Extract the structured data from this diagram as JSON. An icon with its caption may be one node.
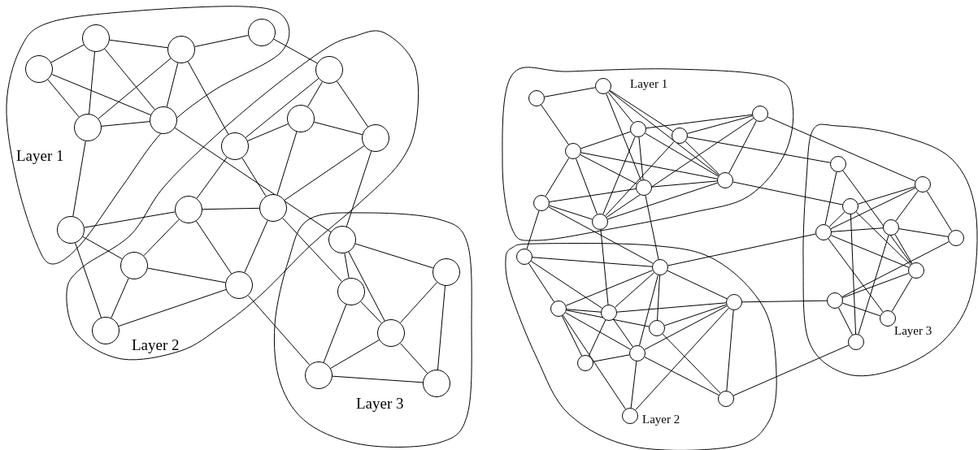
{
  "diagram": {
    "nodes": [
      {
        "text": [
          "Layer 1"
        ]
      },
      {
        "text": [
          "Layer 2"
        ]
      },
      {
        "text": [
          "Layer 3"
        ]
      },
      {
        "text": [],
        "shape": "circle",
        "in": 0
      },
      {
        "text": [],
        "shape": "circle",
        "in": 0
      },
      {
        "text": [],
        "shape": "circle",
        "in": 0
      },
      {
        "text": [],
        "shape": "circle",
        "in": 0
      },
      {
        "text": [],
        "shape": "circle",
        "in": 0
      },
      {
        "text": [],
        "shape": "circle",
        "in": 0
      },
      {
        "text": [],
        "shape": "circle",
        "in": 1
      },
      {
        "text": [],
        "shape": "circle",
        "in": 1
      },
      {
        "text": [],
        "shape": "circle",
        "in": 1
      },
      {
        "text": [],
        "shape": "circle",
        "in": 1
      },
      {
        "text": [],
        "shape": "circle",
        "in": 1
      },
      {
        "text": [],
        "shape": "circle",
        "in": 1
      },
      {
        "text": [],
        "shape": "circle",
        "in": 0
      },
      {
        "text": [],
        "shape": "circle",
        "in": 1
      },
      {
        "text": [],
        "shape": "circle",
        "in": 1
      },
      {
        "text": [],
        "shape": "circle",
        "in": 1
      },
      {
        "text": [],
        "shape": "circle",
        "in": 2
      },
      {
        "text": [],
        "shape": "circle",
        "in": 2
      },
      {
        "text": [],
        "shape": "circle",
        "in": 2
      },
      {
        "text": [],
        "shape": "circle",
        "in": 2
      },
      {
        "text": [],
        "shape": "circle",
        "in": 2
      },
      {
        "text": [],
        "shape": "circle",
        "in": 2
      },
      {
        "text": [
          "Layer 1"
        ]
      },
      {
        "text": [
          "Layer 2"
        ]
      },
      {
        "text": [
          "Layer 3"
        ]
      },
      {
        "text": [],
        "shape": "circle",
        "in": 25
      },
      {
        "text": [],
        "shape": "circle",
        "in": 25
      },
      {
        "text": [],
        "shape": "circle",
        "in": 25
      },
      {
        "text": [],
        "shape": "circle",
        "in": 25
      },
      {
        "text": [],
        "shape": "circle",
        "in": 25
      },
      {
        "text": [],
        "shape": "circle",
        "in": 25
      },
      {
        "text": [],
        "shape": "circle",
        "in": 25
      },
      {
        "text": [],
        "shape": "circle",
        "in": 25
      },
      {
        "text": [],
        "shape": "circle",
        "in": 25
      },
      {
        "text": [],
        "shape": "circle",
        "in": 25
      },
      {
        "text": [],
        "shape": "circle",
        "in": 26
      },
      {
        "text": [],
        "shape": "circle",
        "in": 26
      },
      {
        "text": [],
        "shape": "circle",
        "in": 26
      },
      {
        "text": [],
        "shape": "circle",
        "in": 26
      },
      {
        "text": [],
        "shape": "circle",
        "in": 26
      },
      {
        "text": [],
        "shape": "circle",
        "in": 26
      },
      {
        "text": [],
        "shape": "circle",
        "in": 26
      },
      {
        "text": [],
        "shape": "circle",
        "in": 26
      },
      {
        "text": [],
        "shape": "circle",
        "in": 26
      },
      {
        "text": [],
        "shape": "circle",
        "in": 26
      },
      {
        "text": [],
        "shape": "circle",
        "in": 27
      },
      {
        "text": [],
        "shape": "circle",
        "in": 27
      },
      {
        "text": [],
        "shape": "circle",
        "in": 27
      },
      {
        "text": [],
        "shape": "circle",
        "in": 27
      },
      {
        "text": [],
        "shape": "circle",
        "in": 27
      },
      {
        "text": [],
        "shape": "circle",
        "in": 27
      },
      {
        "text": [],
        "shape": "circle",
        "in": 27
      },
      {
        "text": [],
        "shape": "circle",
        "in": 27
      },
      {
        "text": [],
        "shape": "circle",
        "in": 27
      },
      {
        "text": [],
        "shape": "circle",
        "in": 27
      }
    ],
    "edges": [
      {
        "from": 3,
        "to": 4,
        "arrow": "none"
      },
      {
        "from": 3,
        "to": 7,
        "arrow": "none"
      },
      {
        "from": 3,
        "to": 8,
        "arrow": "none"
      },
      {
        "from": 4,
        "to": 5,
        "arrow": "none"
      },
      {
        "from": 4,
        "to": 7,
        "arrow": "none"
      },
      {
        "from": 4,
        "to": 8,
        "arrow": "none"
      },
      {
        "from": 5,
        "to": 6,
        "arrow": "none"
      },
      {
        "from": 5,
        "to": 7,
        "arrow": "none"
      },
      {
        "from": 5,
        "to": 8,
        "arrow": "none"
      },
      {
        "from": 5,
        "to": 12,
        "arrow": "none"
      },
      {
        "from": 7,
        "to": 8,
        "arrow": "none"
      },
      {
        "from": 7,
        "to": 15,
        "arrow": "none"
      },
      {
        "from": 8,
        "to": 19,
        "arrow": "none"
      },
      {
        "from": 6,
        "to": 9,
        "arrow": "none"
      },
      {
        "from": 9,
        "to": 10,
        "arrow": "none"
      },
      {
        "from": 9,
        "to": 11,
        "arrow": "none"
      },
      {
        "from": 9,
        "to": 12,
        "arrow": "none"
      },
      {
        "from": 10,
        "to": 11,
        "arrow": "none"
      },
      {
        "from": 10,
        "to": 12,
        "arrow": "none"
      },
      {
        "from": 10,
        "to": 14,
        "arrow": "none"
      },
      {
        "from": 11,
        "to": 14,
        "arrow": "none"
      },
      {
        "from": 11,
        "to": 19,
        "arrow": "none"
      },
      {
        "from": 12,
        "to": 13,
        "arrow": "none"
      },
      {
        "from": 12,
        "to": 14,
        "arrow": "none"
      },
      {
        "from": 13,
        "to": 14,
        "arrow": "none"
      },
      {
        "from": 13,
        "to": 15,
        "arrow": "none"
      },
      {
        "from": 13,
        "to": 16,
        "arrow": "none"
      },
      {
        "from": 13,
        "to": 17,
        "arrow": "none"
      },
      {
        "from": 14,
        "to": 17,
        "arrow": "none"
      },
      {
        "from": 14,
        "to": 20,
        "arrow": "none"
      },
      {
        "from": 15,
        "to": 16,
        "arrow": "none"
      },
      {
        "from": 15,
        "to": 18,
        "arrow": "none"
      },
      {
        "from": 16,
        "to": 17,
        "arrow": "none"
      },
      {
        "from": 16,
        "to": 18,
        "arrow": "none"
      },
      {
        "from": 17,
        "to": 18,
        "arrow": "none"
      },
      {
        "from": 17,
        "to": 23,
        "arrow": "none"
      },
      {
        "from": 19,
        "to": 20,
        "arrow": "none"
      },
      {
        "from": 19,
        "to": 21,
        "arrow": "none"
      },
      {
        "from": 19,
        "to": 22,
        "arrow": "none"
      },
      {
        "from": 20,
        "to": 22,
        "arrow": "none"
      },
      {
        "from": 20,
        "to": 23,
        "arrow": "none"
      },
      {
        "from": 21,
        "to": 22,
        "arrow": "none"
      },
      {
        "from": 21,
        "to": 24,
        "arrow": "none"
      },
      {
        "from": 22,
        "to": 23,
        "arrow": "none"
      },
      {
        "from": 22,
        "to": 24,
        "arrow": "none"
      },
      {
        "from": 23,
        "to": 24,
        "arrow": "none"
      },
      {
        "from": 28,
        "to": 29,
        "arrow": "none"
      },
      {
        "from": 28,
        "to": 33,
        "arrow": "none"
      },
      {
        "from": 29,
        "to": 30,
        "arrow": "none"
      },
      {
        "from": 29,
        "to": 31,
        "arrow": "none"
      },
      {
        "from": 29,
        "to": 34,
        "arrow": "none"
      },
      {
        "from": 29,
        "to": 35,
        "arrow": "none"
      },
      {
        "from": 30,
        "to": 32,
        "arrow": "none"
      },
      {
        "from": 30,
        "to": 33,
        "arrow": "none"
      },
      {
        "from": 30,
        "to": 34,
        "arrow": "none"
      },
      {
        "from": 30,
        "to": 35,
        "arrow": "none"
      },
      {
        "from": 30,
        "to": 37,
        "arrow": "none"
      },
      {
        "from": 31,
        "to": 32,
        "arrow": "none"
      },
      {
        "from": 31,
        "to": 35,
        "arrow": "none"
      },
      {
        "from": 31,
        "to": 37,
        "arrow": "none"
      },
      {
        "from": 31,
        "to": 48,
        "arrow": "none"
      },
      {
        "from": 32,
        "to": 35,
        "arrow": "none"
      },
      {
        "from": 32,
        "to": 37,
        "arrow": "none"
      },
      {
        "from": 32,
        "to": 49,
        "arrow": "none"
      },
      {
        "from": 33,
        "to": 34,
        "arrow": "none"
      },
      {
        "from": 33,
        "to": 35,
        "arrow": "none"
      },
      {
        "from": 33,
        "to": 36,
        "arrow": "none"
      },
      {
        "from": 33,
        "to": 37,
        "arrow": "none"
      },
      {
        "from": 34,
        "to": 35,
        "arrow": "none"
      },
      {
        "from": 34,
        "to": 36,
        "arrow": "none"
      },
      {
        "from": 34,
        "to": 39,
        "arrow": "none"
      },
      {
        "from": 35,
        "to": 37,
        "arrow": "none"
      },
      {
        "from": 35,
        "to": 50,
        "arrow": "none"
      },
      {
        "from": 36,
        "to": 37,
        "arrow": "none"
      },
      {
        "from": 36,
        "to": 38,
        "arrow": "none"
      },
      {
        "from": 36,
        "to": 39,
        "arrow": "none"
      },
      {
        "from": 37,
        "to": 41,
        "arrow": "none"
      },
      {
        "from": 38,
        "to": 39,
        "arrow": "none"
      },
      {
        "from": 38,
        "to": 40,
        "arrow": "none"
      },
      {
        "from": 38,
        "to": 41,
        "arrow": "none"
      },
      {
        "from": 39,
        "to": 40,
        "arrow": "none"
      },
      {
        "from": 39,
        "to": 41,
        "arrow": "none"
      },
      {
        "from": 39,
        "to": 42,
        "arrow": "none"
      },
      {
        "from": 39,
        "to": 43,
        "arrow": "none"
      },
      {
        "from": 39,
        "to": 51,
        "arrow": "none"
      },
      {
        "from": 39,
        "to": 45,
        "arrow": "none"
      },
      {
        "from": 40,
        "to": 41,
        "arrow": "none"
      },
      {
        "from": 40,
        "to": 42,
        "arrow": "none"
      },
      {
        "from": 40,
        "to": 44,
        "arrow": "none"
      },
      {
        "from": 40,
        "to": 45,
        "arrow": "none"
      },
      {
        "from": 40,
        "to": 47,
        "arrow": "none"
      },
      {
        "from": 41,
        "to": 43,
        "arrow": "none"
      },
      {
        "from": 41,
        "to": 44,
        "arrow": "none"
      },
      {
        "from": 41,
        "to": 45,
        "arrow": "none"
      },
      {
        "from": 42,
        "to": 43,
        "arrow": "none"
      },
      {
        "from": 42,
        "to": 46,
        "arrow": "none"
      },
      {
        "from": 43,
        "to": 45,
        "arrow": "none"
      },
      {
        "from": 43,
        "to": 47,
        "arrow": "none"
      },
      {
        "from": 43,
        "to": 46,
        "arrow": "none"
      },
      {
        "from": 43,
        "to": 55,
        "arrow": "none"
      },
      {
        "from": 44,
        "to": 45,
        "arrow": "none"
      },
      {
        "from": 45,
        "to": 47,
        "arrow": "none"
      },
      {
        "from": 45,
        "to": 46,
        "arrow": "none"
      },
      {
        "from": 46,
        "to": 57,
        "arrow": "none"
      },
      {
        "from": 48,
        "to": 51,
        "arrow": "none"
      },
      {
        "from": 48,
        "to": 54,
        "arrow": "none"
      },
      {
        "from": 50,
        "to": 49,
        "arrow": "none"
      },
      {
        "from": 50,
        "to": 51,
        "arrow": "none"
      },
      {
        "from": 50,
        "to": 54,
        "arrow": "none"
      },
      {
        "from": 50,
        "to": 57,
        "arrow": "none"
      },
      {
        "from": 51,
        "to": 49,
        "arrow": "none"
      },
      {
        "from": 51,
        "to": 52,
        "arrow": "none"
      },
      {
        "from": 51,
        "to": 54,
        "arrow": "none"
      },
      {
        "from": 51,
        "to": 56,
        "arrow": "none"
      },
      {
        "from": 49,
        "to": 52,
        "arrow": "none"
      },
      {
        "from": 49,
        "to": 53,
        "arrow": "none"
      },
      {
        "from": 52,
        "to": 53,
        "arrow": "none"
      },
      {
        "from": 52,
        "to": 57,
        "arrow": "none"
      },
      {
        "from": 52,
        "to": 54,
        "arrow": "none"
      },
      {
        "from": 53,
        "to": 55,
        "arrow": "none"
      },
      {
        "from": 54,
        "to": 55,
        "arrow": "none"
      },
      {
        "from": 54,
        "to": 56,
        "arrow": "none"
      },
      {
        "from": 55,
        "to": 56,
        "arrow": "none"
      },
      {
        "from": 55,
        "to": 57,
        "arrow": "none"
      }
    ]
  }
}
